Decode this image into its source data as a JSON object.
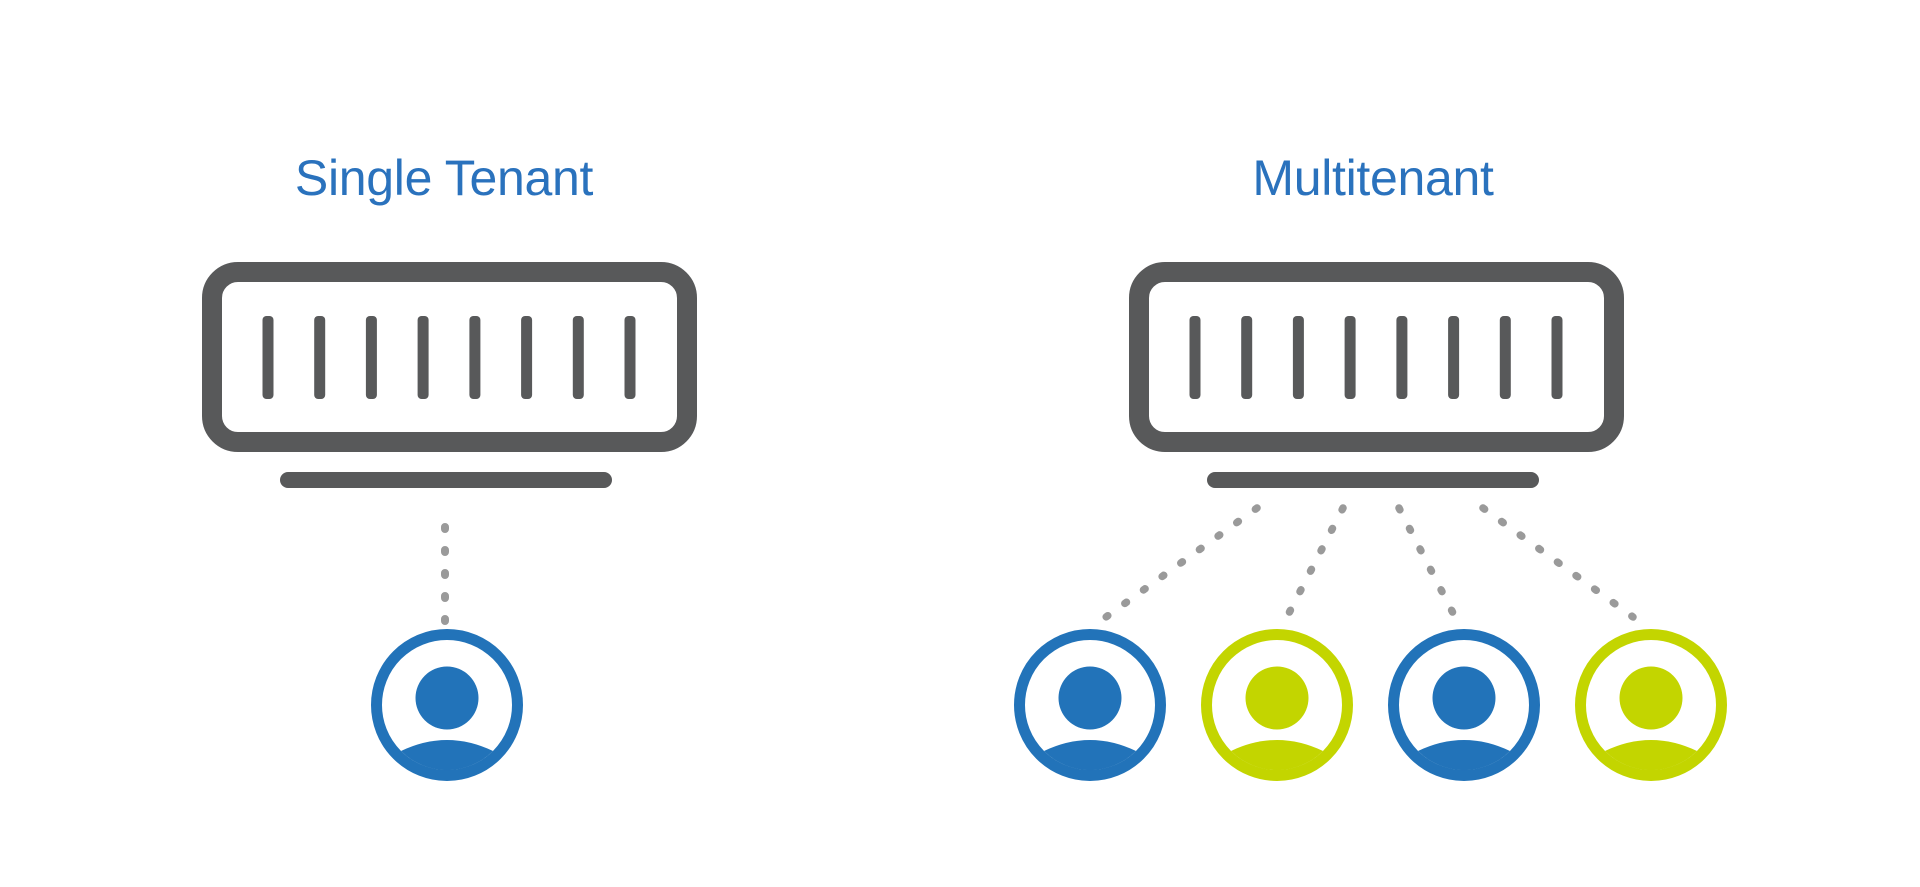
{
  "panels": {
    "single_tenant": {
      "title": "Single Tenant",
      "server_icon": "server-rack-icon",
      "connection_count": 1,
      "users": [
        {
          "id": "user-1",
          "color_name": "blue",
          "color": "#2273B9"
        }
      ]
    },
    "multitenant": {
      "title": "Multitenant",
      "server_icon": "server-rack-icon",
      "connection_count": 4,
      "users": [
        {
          "id": "user-1",
          "color_name": "blue",
          "color": "#2273B9"
        },
        {
          "id": "user-2",
          "color_name": "green",
          "color": "#C3D500"
        },
        {
          "id": "user-3",
          "color_name": "blue",
          "color": "#2273B9"
        },
        {
          "id": "user-4",
          "color_name": "green",
          "color": "#C3D500"
        }
      ]
    }
  },
  "colors": {
    "background": "#FFFFFF",
    "title_text": "#2A72BD",
    "server_gray": "#58595A",
    "connector_gray": "#9A9A9A",
    "user_blue": "#2273B9",
    "user_green": "#C3D500"
  }
}
